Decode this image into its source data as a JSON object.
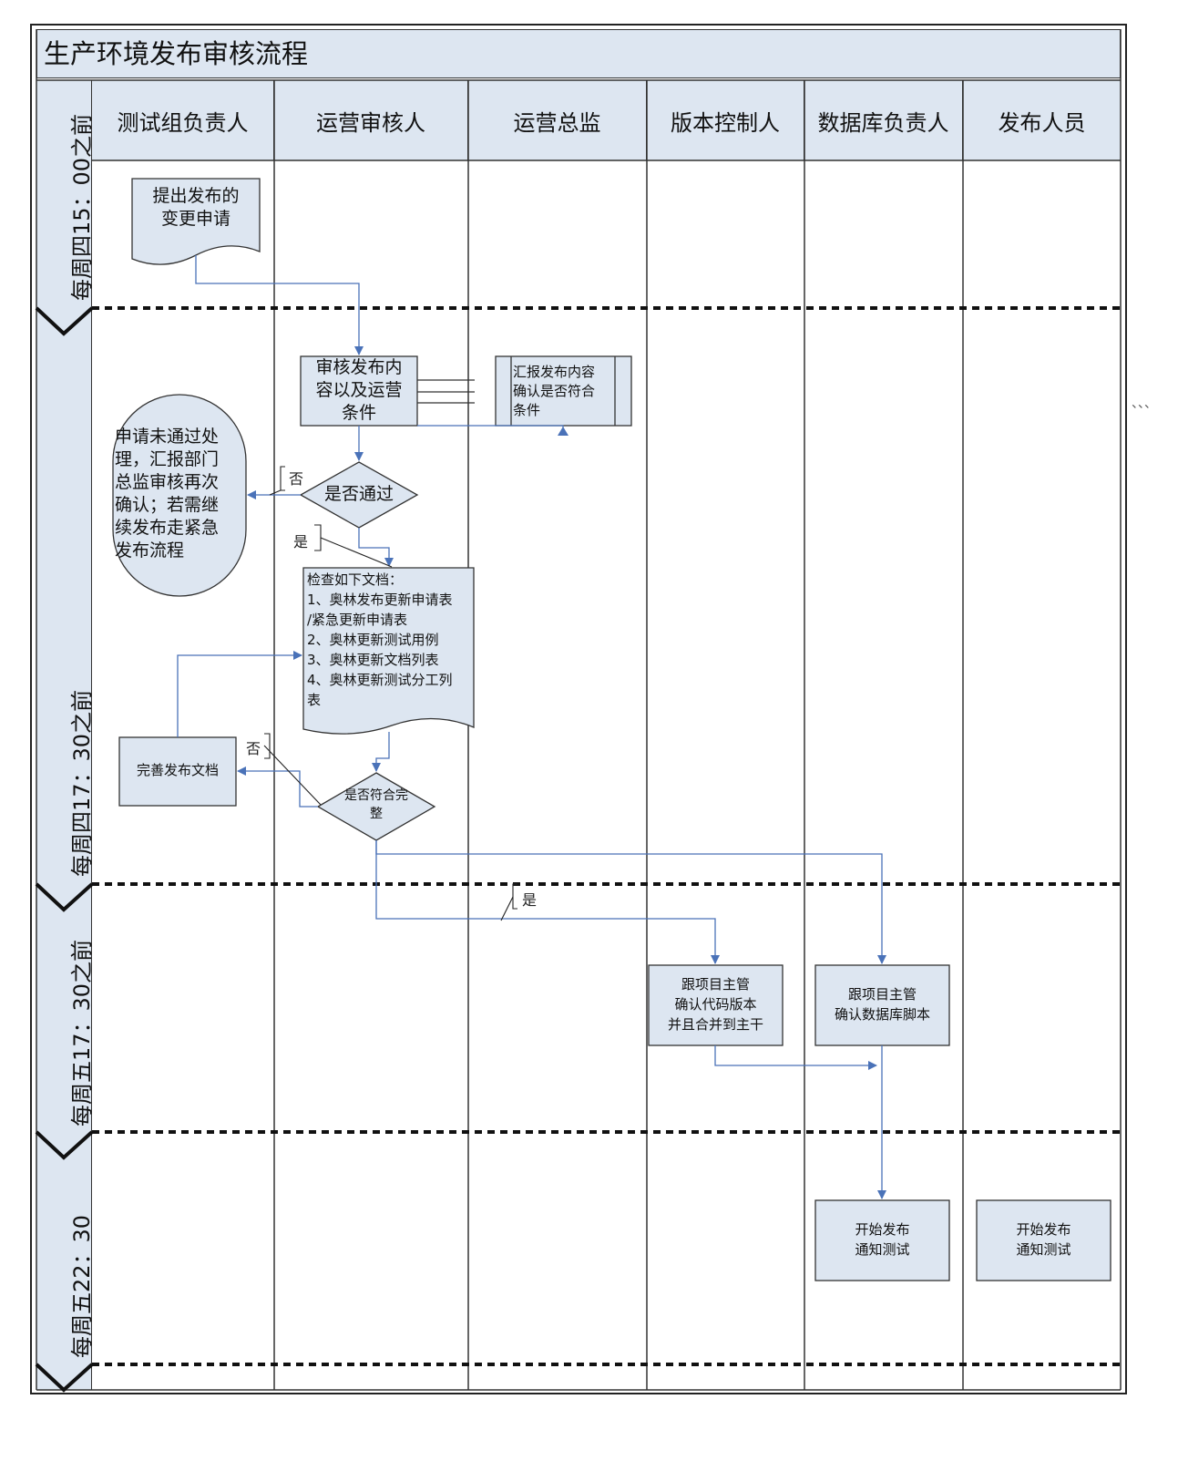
{
  "diagram": {
    "title": "生产环境发布审核流程",
    "lanes": [
      "测试组负责人",
      "运营审核人",
      "运营总监",
      "版本控制人",
      "数据库负责人",
      "发布人员"
    ],
    "phases": [
      "每周四15：00之前",
      "每周四17：30之前",
      "每周五17：30之前",
      "每周五22：30"
    ],
    "nodes": {
      "submit_request": "提出发布的\n变更申请",
      "review_content": "审核发布内\n容以及运营\n条件",
      "report_director": "汇报发布内容\n确认是否符合\n条件",
      "decision_pass": "是否通过",
      "rejected_handling": "申请未通过处\n理，汇报部门\n总监审核再次\n确认；若需继\n续发布走紧急\n发布流程",
      "check_docs": {
        "heading": "检查如下文档：",
        "items": [
          "1、奥林发布更新申请表",
          "/紧急更新申请表",
          "2、奥林更新测试用例",
          "3、奥林更新文档列表",
          "4、奥林更新测试分工列",
          "表"
        ]
      },
      "improve_docs": "完善发布文档",
      "decision_complete": "是否符合完\n整",
      "confirm_code": "跟项目主管\n确认代码版本\n并且合并到主干",
      "confirm_db": "跟项目主管\n确认数据库脚本",
      "start_release_db": "开始发布\n通知测试",
      "start_release_pub": "开始发布\n通知测试"
    },
    "annotations": {
      "no_1": "否",
      "yes_1": "是",
      "no_2": "否",
      "yes_2": "是"
    },
    "decor": "、、、"
  },
  "colors": {
    "header_fill": "#dde6f1",
    "node_fill": "#dde6f1",
    "connector": "#4a72b8",
    "border": "#333333"
  }
}
